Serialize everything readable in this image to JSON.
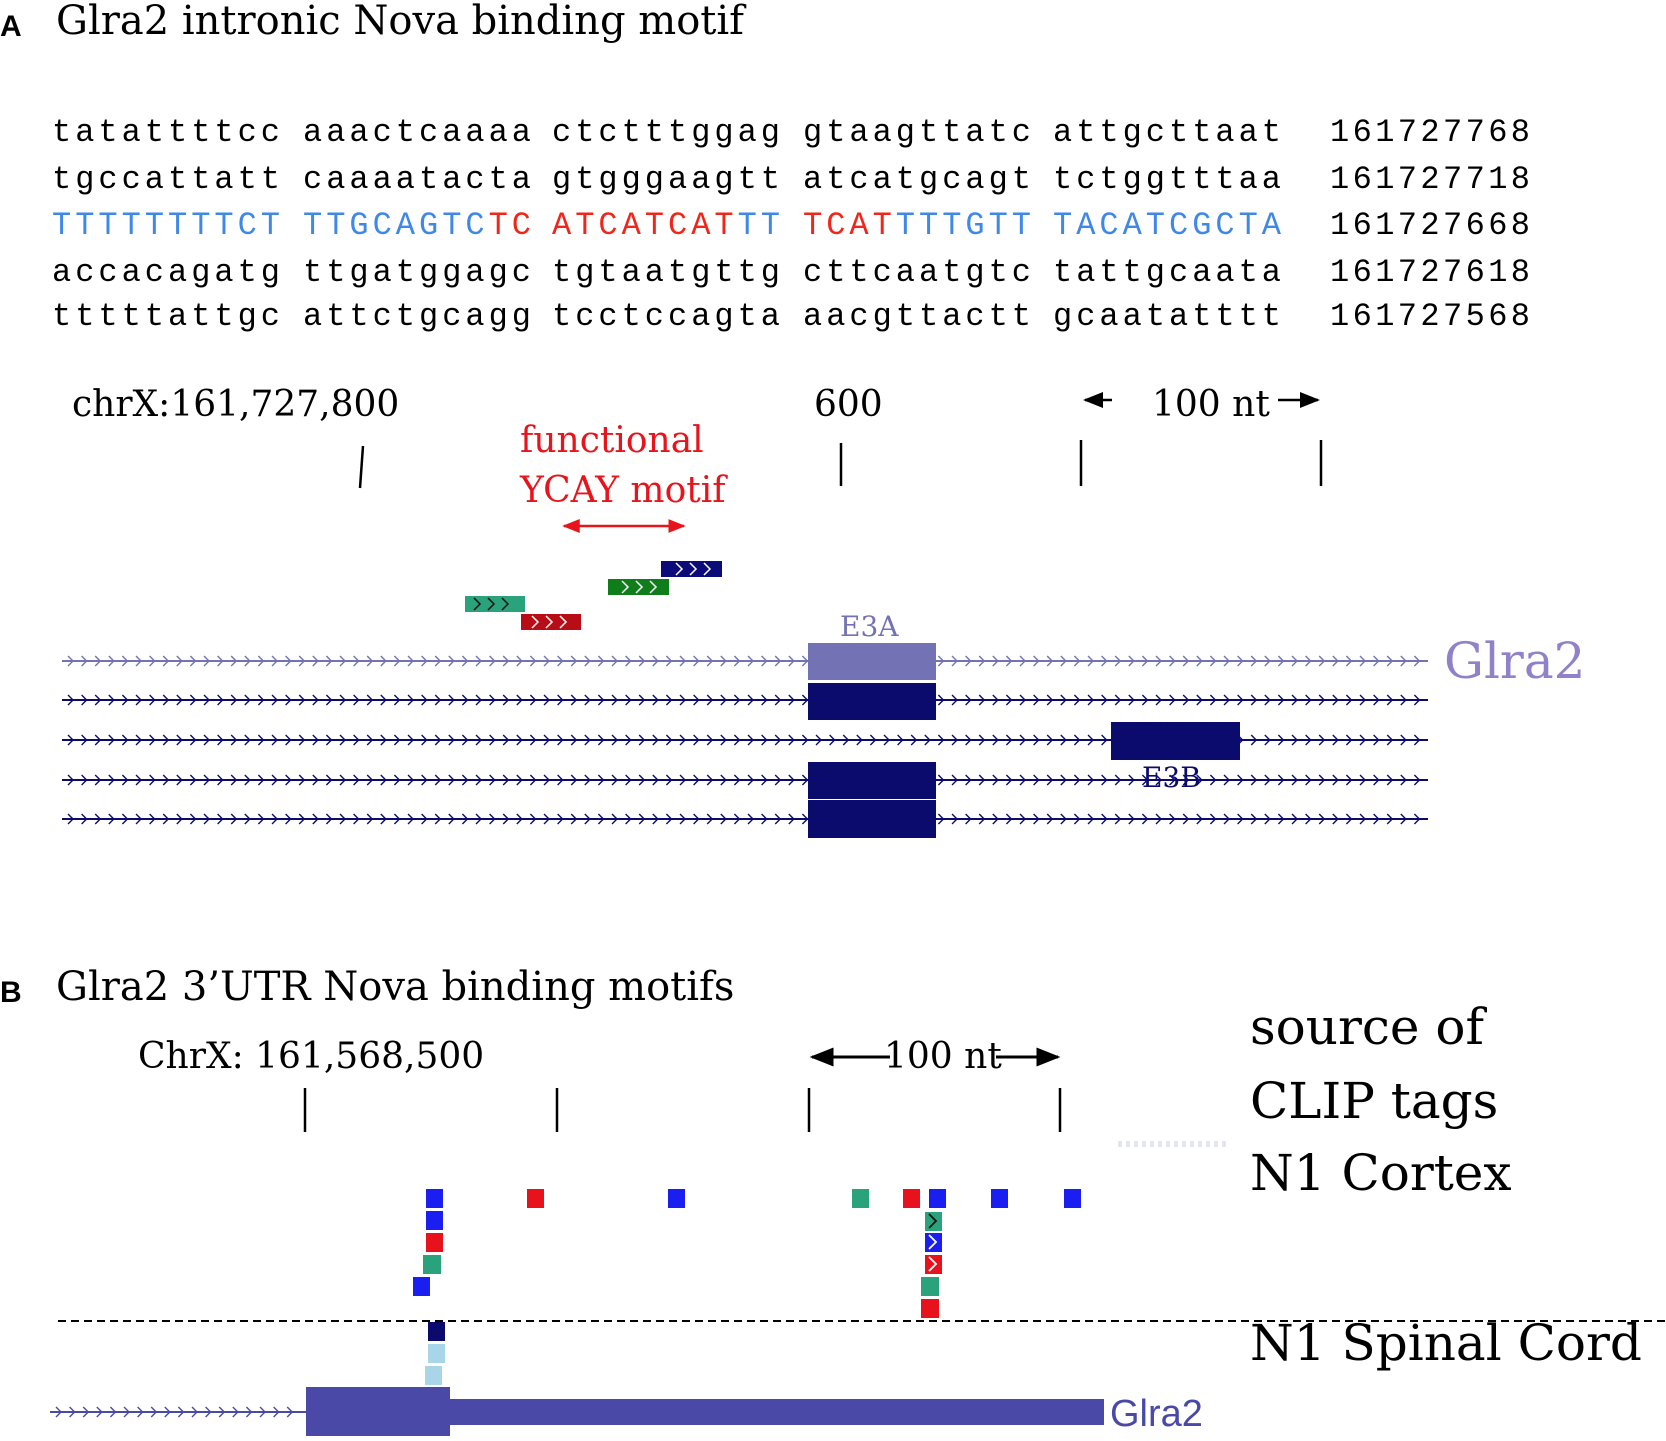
{
  "panel_a": {
    "letter": "A",
    "title": "Glra2 intronic Nova binding motif",
    "sequence_rows": [
      {
        "groups": [
          [
            {
              "t": "tatattttcc",
              "c": "black"
            }
          ],
          [
            {
              "t": "aaactcaaaa",
              "c": "black"
            }
          ],
          [
            {
              "t": "ctctttggag",
              "c": "black"
            }
          ],
          [
            {
              "t": "gtaagttatc",
              "c": "black"
            }
          ],
          [
            {
              "t": "attgcttaat",
              "c": "black"
            }
          ]
        ],
        "coord": "161727768"
      },
      {
        "groups": [
          [
            {
              "t": "tgccattatt",
              "c": "black"
            }
          ],
          [
            {
              "t": "caaaatacta",
              "c": "black"
            }
          ],
          [
            {
              "t": "gtgggaagtt",
              "c": "black"
            }
          ],
          [
            {
              "t": "atcatgcagt",
              "c": "black"
            }
          ],
          [
            {
              "t": "tctggtttaa",
              "c": "black"
            }
          ]
        ],
        "coord": "161727718"
      },
      {
        "groups": [
          [
            {
              "t": "TTTTTTTTCT",
              "c": "blue"
            }
          ],
          [
            {
              "t": "TTGCAGTC",
              "c": "blue"
            },
            {
              "t": "TC",
              "c": "red"
            }
          ],
          [
            {
              "t": "ATCATCAT",
              "c": "red"
            },
            {
              "t": "TT",
              "c": "blue"
            }
          ],
          [
            {
              "t": "TCAT",
              "c": "red"
            },
            {
              "t": "TTTGTT",
              "c": "blue"
            }
          ],
          [
            {
              "t": "TACATCGCTA",
              "c": "blue"
            }
          ]
        ],
        "coord": "161727668"
      },
      {
        "groups": [
          [
            {
              "t": "accacagatg",
              "c": "black"
            }
          ],
          [
            {
              "t": "ttgatggagc",
              "c": "black"
            }
          ],
          [
            {
              "t": "tgtaatgttg",
              "c": "black"
            }
          ],
          [
            {
              "t": "cttcaatgtc",
              "c": "black"
            }
          ],
          [
            {
              "t": "tattgcaata",
              "c": "black"
            }
          ]
        ],
        "coord": "161727618"
      },
      {
        "groups": [
          [
            {
              "t": "tttttattgc",
              "c": "black"
            }
          ],
          [
            {
              "t": "attctgcagg",
              "c": "black"
            }
          ],
          [
            {
              "t": "tcctccagta",
              "c": "black"
            }
          ],
          [
            {
              "t": "aacgttactt",
              "c": "black"
            }
          ],
          [
            {
              "t": "gcaatatttt",
              "c": "black"
            }
          ]
        ],
        "coord": "161727568"
      }
    ],
    "coord_label": "chrX:161,727,800",
    "tick_label_600": "600",
    "scale_label": "100 nt",
    "motif_label_line1": "functional",
    "motif_label_line2": "YCAY motif",
    "exon_a_label": "E3A",
    "exon_b_label": "E3B",
    "gene_label": "Glra2",
    "colors": {
      "seq_blue": "#3f88e8",
      "seq_red": "#f0261b",
      "motif_red": "#e8141b",
      "exon_dark": "#0b0b6e",
      "exon_light": "#7272b4",
      "gene_label": "#9181c8",
      "clip_teal": "#2aa27c",
      "clip_darkred": "#b80d17",
      "clip_green": "#0e7d1a",
      "clip_navy": "#0b0b7a"
    }
  },
  "panel_b": {
    "letter": "B",
    "title": "Glra2 3’UTR Nova binding motifs",
    "coord_label": "ChrX: 161,568,500",
    "scale_label": "100 nt",
    "source_line1": "source of",
    "source_line2": "CLIP tags",
    "source_line3": "N1 Cortex",
    "spinal_label": "N1 Spinal Cord",
    "gene_label": "Glra2",
    "colors": {
      "clip_blue": "#1a1ef0",
      "clip_red": "#e8121c",
      "clip_teal": "#2aa27c",
      "clip_navy": "#0b0b6e",
      "clip_lightblue": "#a8d6e8",
      "gene_body": "#4b49a8",
      "gene_label": "#4b49a8"
    }
  }
}
